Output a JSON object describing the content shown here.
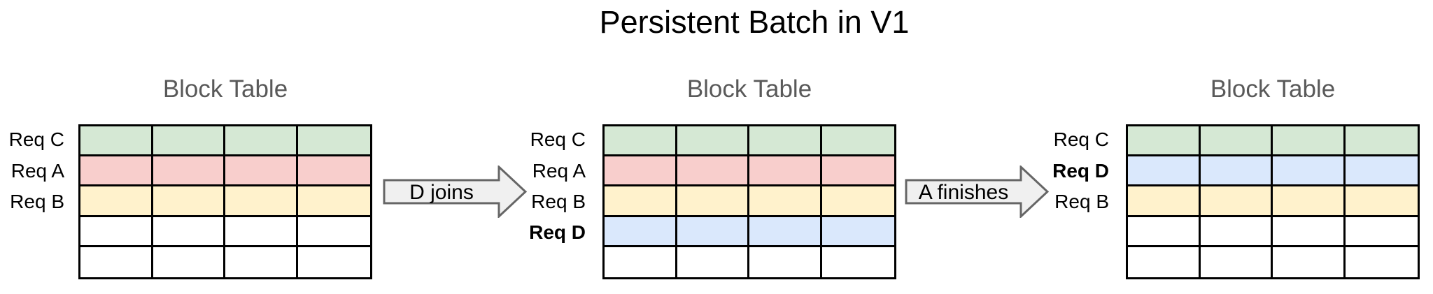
{
  "page_title": "Persistent Batch in V1",
  "colors": {
    "row_green": "#d5e8d4",
    "row_red": "#f8cecc",
    "row_yellow": "#fff2cc",
    "row_blue": "#dae8fc",
    "row_empty": "#ffffff",
    "grid_line": "#000000",
    "block_title": "#595959",
    "arrow_fill": "#f0f0f0",
    "arrow_border": "#666666"
  },
  "tables": [
    {
      "title": "Block Table",
      "columns": 4,
      "rows": [
        {
          "label": "Req C",
          "bold": false,
          "color": "#d5e8d4"
        },
        {
          "label": "Req A",
          "bold": false,
          "color": "#f8cecc"
        },
        {
          "label": "Req B",
          "bold": false,
          "color": "#fff2cc"
        },
        {
          "label": "",
          "bold": false,
          "color": "#ffffff"
        },
        {
          "label": "",
          "bold": false,
          "color": "#ffffff"
        }
      ]
    },
    {
      "title": "Block Table",
      "columns": 4,
      "rows": [
        {
          "label": "Req C",
          "bold": false,
          "color": "#d5e8d4"
        },
        {
          "label": "Req A",
          "bold": false,
          "color": "#f8cecc"
        },
        {
          "label": "Req B",
          "bold": false,
          "color": "#fff2cc"
        },
        {
          "label": "Req D",
          "bold": true,
          "color": "#dae8fc"
        },
        {
          "label": "",
          "bold": false,
          "color": "#ffffff"
        }
      ]
    },
    {
      "title": "Block Table",
      "columns": 4,
      "rows": [
        {
          "label": "Req C",
          "bold": false,
          "color": "#d5e8d4"
        },
        {
          "label": "Req D",
          "bold": true,
          "color": "#dae8fc"
        },
        {
          "label": "Req B",
          "bold": false,
          "color": "#fff2cc"
        },
        {
          "label": "",
          "bold": false,
          "color": "#ffffff"
        },
        {
          "label": "",
          "bold": false,
          "color": "#ffffff"
        }
      ]
    }
  ],
  "arrows": [
    {
      "label": "D joins"
    },
    {
      "label": "A finishes"
    }
  ]
}
